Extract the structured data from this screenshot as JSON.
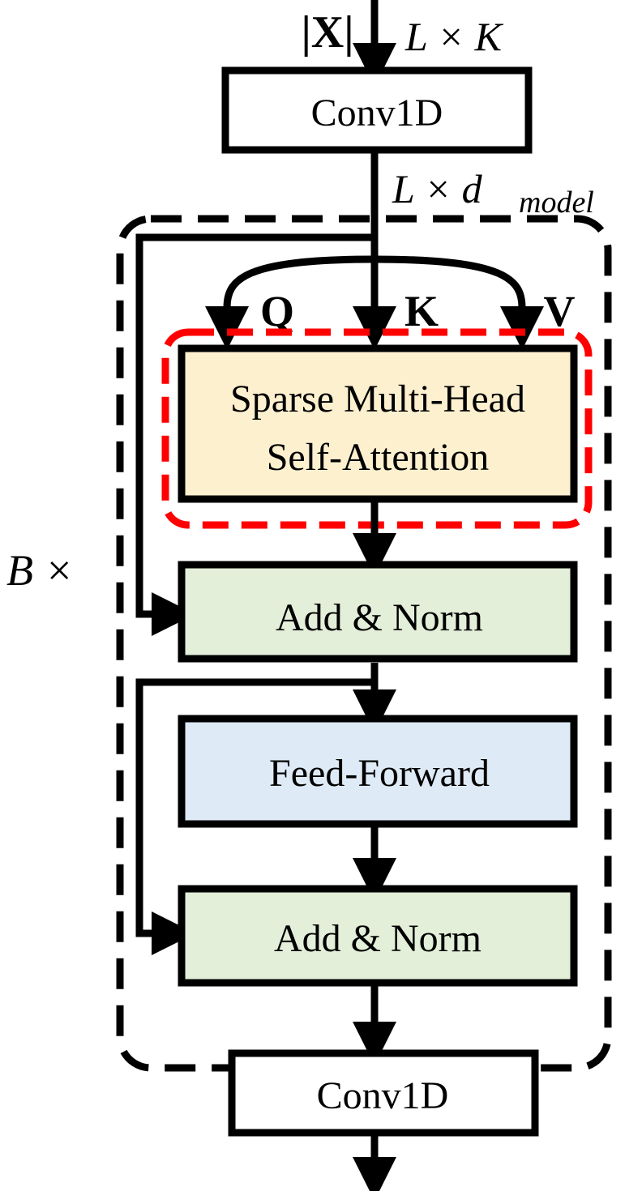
{
  "input": {
    "symbol": "|X|",
    "shape": "L × K"
  },
  "conv_top": {
    "label": "Conv1D"
  },
  "embed": {
    "shape_main": "L × d",
    "shape_sub": "model"
  },
  "qkv": {
    "q": "Q",
    "k": "K",
    "v": "V"
  },
  "attention": {
    "line1": "Sparse Multi-Head",
    "line2": "Self-Attention",
    "fill": "#fdf0cf"
  },
  "add_norm_1": {
    "label": "Add & Norm",
    "fill": "#e3efd9"
  },
  "feed_forward": {
    "label": "Feed-Forward",
    "fill": "#deeaf6"
  },
  "add_norm_2": {
    "label": "Add & Norm",
    "fill": "#e3efd9"
  },
  "repeat": {
    "label": "B ×"
  },
  "conv_bottom": {
    "label": "Conv1D"
  },
  "colors": {
    "stroke": "#000000",
    "highlight_dashed": "#ff0000"
  }
}
